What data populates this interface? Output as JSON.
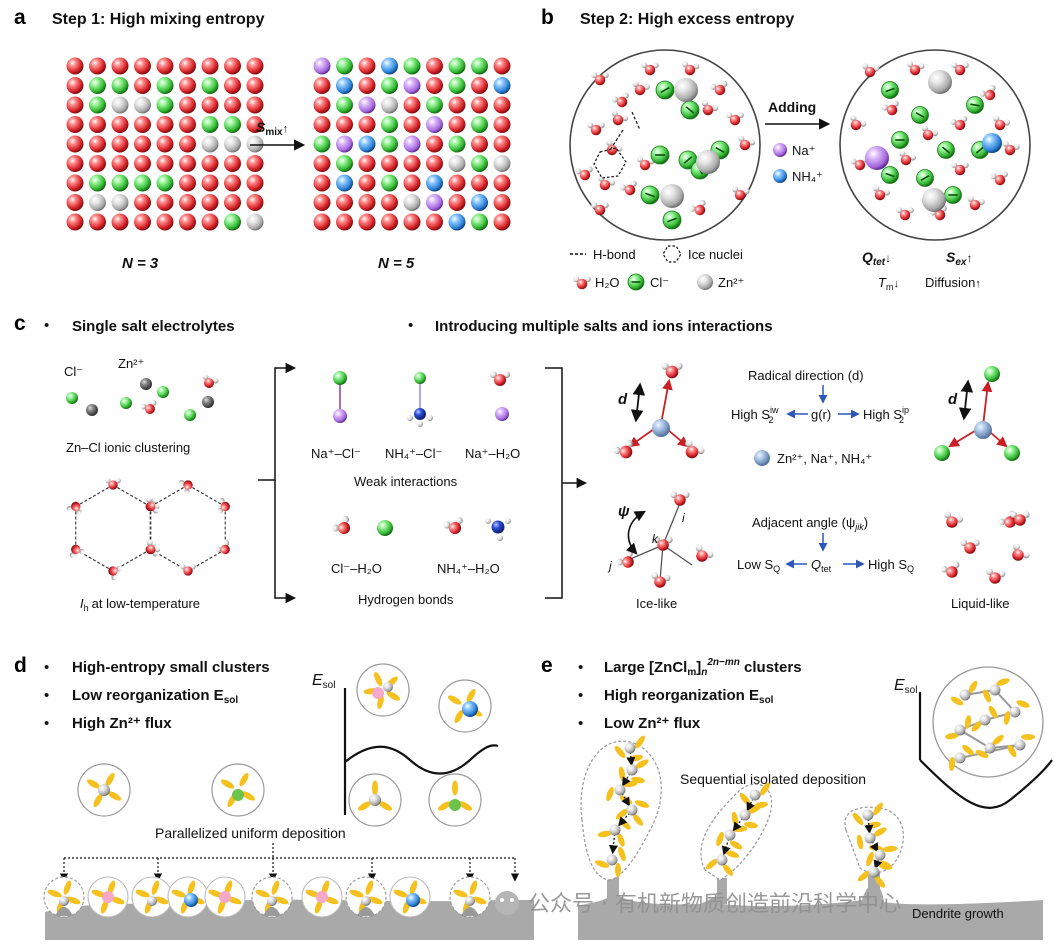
{
  "panel_a": {
    "letter": "a",
    "title": "Step 1:  High mixing entropy",
    "arrow_label": "S",
    "arrow_label_sub": "mix",
    "arrow_label_mark": "↑",
    "left_caption": "N = 3",
    "right_caption": "N = 5",
    "left_grid": [
      "RRRRRRRRR",
      "RGGRGRGRR",
      "RGSSGRRRR",
      "RRRRRRGGR",
      "RRRRRRSSS",
      "RRRRRRRRR",
      "RGGGGRRRR",
      "RSSRRRRRR",
      "RRRRRRRGS"
    ],
    "right_grid": [
      "PGRBGRGGR",
      "RBRGPRGRB",
      "RGPSRGRRR",
      "RRRGRPRGR",
      "GPBGPRGRR",
      "RGRRRRSGS",
      "RBRGRBRRR",
      "RRRRSPRBR",
      "RRRRRRBGR"
    ]
  },
  "panel_b": {
    "letter": "b",
    "title": "Step 2:  High excess entropy",
    "adding_label": "Adding",
    "legend": {
      "hbond": "H-bond",
      "ice_nuclei": "Ice nuclei",
      "h2o": "H₂O",
      "cl": "Cl⁻",
      "zn": "Zn²⁺",
      "na": "Na⁺",
      "nh4": "NH₄⁺"
    },
    "effects": {
      "qtet": "Q",
      "qtet_sub": "tet",
      "qtet_mark": "↓",
      "sex": "S",
      "sex_sub": "ex",
      "sex_mark": "↑",
      "tm": "T",
      "tm_sub": "m",
      "tm_mark": "↓",
      "diffusion": "Diffusion",
      "diffusion_mark": "↑"
    }
  },
  "panel_c": {
    "letter": "c",
    "heading_left": "Single salt electrolytes",
    "heading_right": "Introducing multiple salts and ions interactions",
    "cl_label": "Cl⁻",
    "zn_label": "Zn²⁺",
    "clustering_caption": "Zn–Cl ionic clustering",
    "ih_caption": "at low-temperature",
    "ih_symbol": "I",
    "ih_sub": "h",
    "pairs": [
      "Na⁺–Cl⁻",
      "NH₄⁺–Cl⁻",
      "Na⁺–H₂O",
      "Cl⁻–H₂O",
      "NH₄⁺–H₂O"
    ],
    "weak_label": "Weak interactions",
    "hbond_label": "Hydrogen bonds",
    "radical_label": "Radical direction (d)",
    "gr_label": "g(r)",
    "high_siw": "High S",
    "siw_sup": "iw",
    "high_sip": "High S",
    "sip_sup": "ip",
    "s2_sub": "2",
    "ions_label": "Zn²⁺, Na⁺, NH₄⁺",
    "angle_label": "Adjacent angle (ψ",
    "angle_sub": "jik",
    "qtet_label": "Q",
    "qtet_sub": "tet",
    "low_sq": "Low S",
    "high_sq": "High S",
    "sq_sub": "Q",
    "d_label": "d",
    "psi_label": "ψ",
    "i_label": "i",
    "j_label": "j",
    "k_label": "k",
    "ice_like": "Ice-like",
    "liquid_like": "Liquid-like"
  },
  "panel_d": {
    "letter": "d",
    "bullets": [
      "High-entropy small clusters",
      "Low reorganization E",
      "High Zn²⁺ flux"
    ],
    "bullet2_sub": "sol",
    "esol": "E",
    "esol_sub": "sol",
    "deposition_label": "Parallelized uniform deposition"
  },
  "panel_e": {
    "letter": "e",
    "bullet1_pre": "Large [ZnCl",
    "bullet1_m": "m",
    "bullet1_n": "n",
    "bullet1_sup": "2n−mn",
    "bullet1_post": " clusters",
    "bullets": [
      "High reorganization E",
      "Low Zn²⁺ flux"
    ],
    "bullet1_sub": "sol",
    "esol": "E",
    "esol_sub": "sol",
    "sequential_label": "Sequential isolated deposition",
    "dendrite_label": "Dendrite growth"
  },
  "watermark": "公众号 · 有机新物质创造前沿科学中心",
  "colors": {
    "red": "#d8272c",
    "green": "#3fbf3f",
    "silver": "#b9b9b9",
    "purple": "#b77be6",
    "blue": "#2f86d6",
    "yellow": "#f4c11f",
    "pink": "#f6a8c7",
    "substrate": "#a9a9a9"
  }
}
